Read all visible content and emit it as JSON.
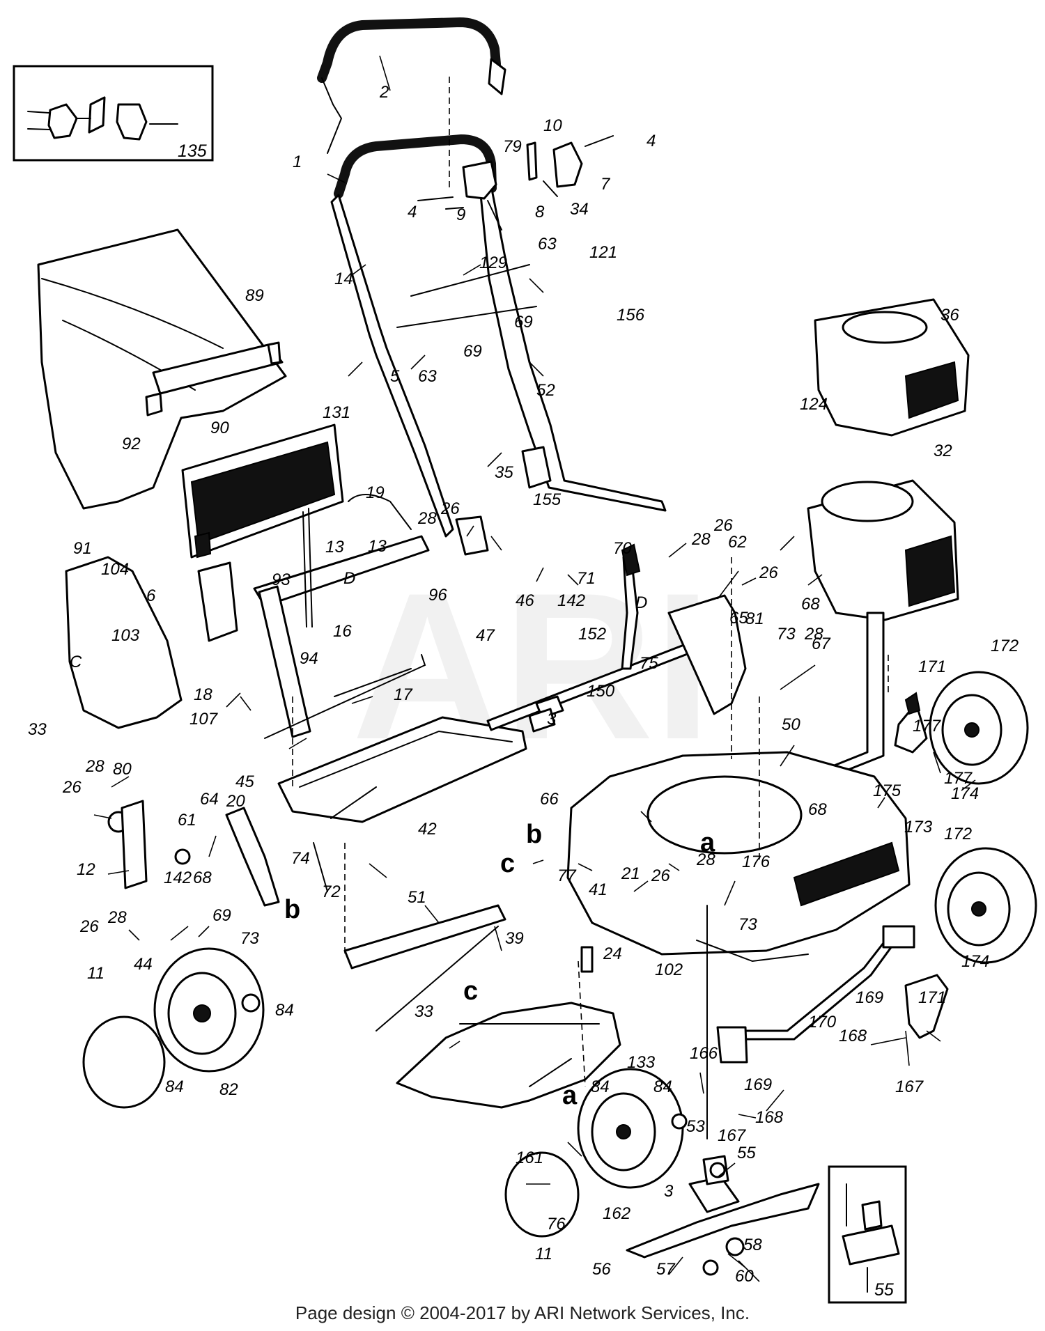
{
  "watermark": "ARI",
  "footer": "Page design © 2004-2017 by ARI Network Services, Inc.",
  "ref_letters": {
    "a": "a",
    "b": "b",
    "c": "c",
    "D": "D"
  },
  "part_numbers": {
    "p1": "1",
    "p2": "2",
    "p3": "3",
    "p4": "4",
    "p5": "5",
    "p6": "6",
    "p7": "7",
    "p8": "8",
    "p9": "9",
    "p10": "10",
    "p11": "11",
    "p12": "12",
    "p13": "13",
    "p14": "14",
    "p16": "16",
    "p17": "17",
    "p18": "18",
    "p19": "19",
    "p20": "20",
    "p21": "21",
    "p24": "24",
    "p26": "26",
    "p28": "28",
    "p32": "32",
    "p33": "33",
    "p34": "34",
    "p35": "35",
    "p36": "36",
    "p39": "39",
    "p41": "41",
    "p42": "42",
    "p44": "44",
    "p45": "45",
    "p46": "46",
    "p47": "47",
    "p50": "50",
    "p51": "51",
    "p52": "52",
    "p53": "53",
    "p55": "55",
    "p56": "56",
    "p57": "57",
    "p58": "58",
    "p60": "60",
    "p61": "61",
    "p62": "62",
    "p63": "63",
    "p64": "64",
    "p65": "65",
    "p66": "66",
    "p67": "67",
    "p68": "68",
    "p69": "69",
    "p70": "70",
    "p71": "71",
    "p72": "72",
    "p73": "73",
    "p74": "74",
    "p75": "75",
    "p76": "76",
    "p77": "77",
    "p79": "79",
    "p80": "80",
    "p81": "81",
    "p82": "82",
    "p84": "84",
    "p89": "89",
    "p90": "90",
    "p91": "91",
    "p92": "92",
    "p93": "93",
    "p94": "94",
    "p96": "96",
    "p102": "102",
    "p103": "103",
    "p104": "104",
    "p107": "107",
    "p121": "121",
    "p124": "124",
    "p129": "129",
    "p131": "131",
    "p133": "133",
    "p135": "135",
    "p142": "142",
    "p150": "150",
    "p152": "152",
    "p155": "155",
    "p156": "156",
    "p161": "161",
    "p162": "162",
    "p166": "166",
    "p167": "167",
    "p168": "168",
    "p169": "169",
    "p170": "170",
    "p171": "171",
    "p172": "172",
    "p173": "173",
    "p174": "174",
    "p175": "175",
    "p176": "176",
    "p177": "177",
    "pC": "C"
  }
}
